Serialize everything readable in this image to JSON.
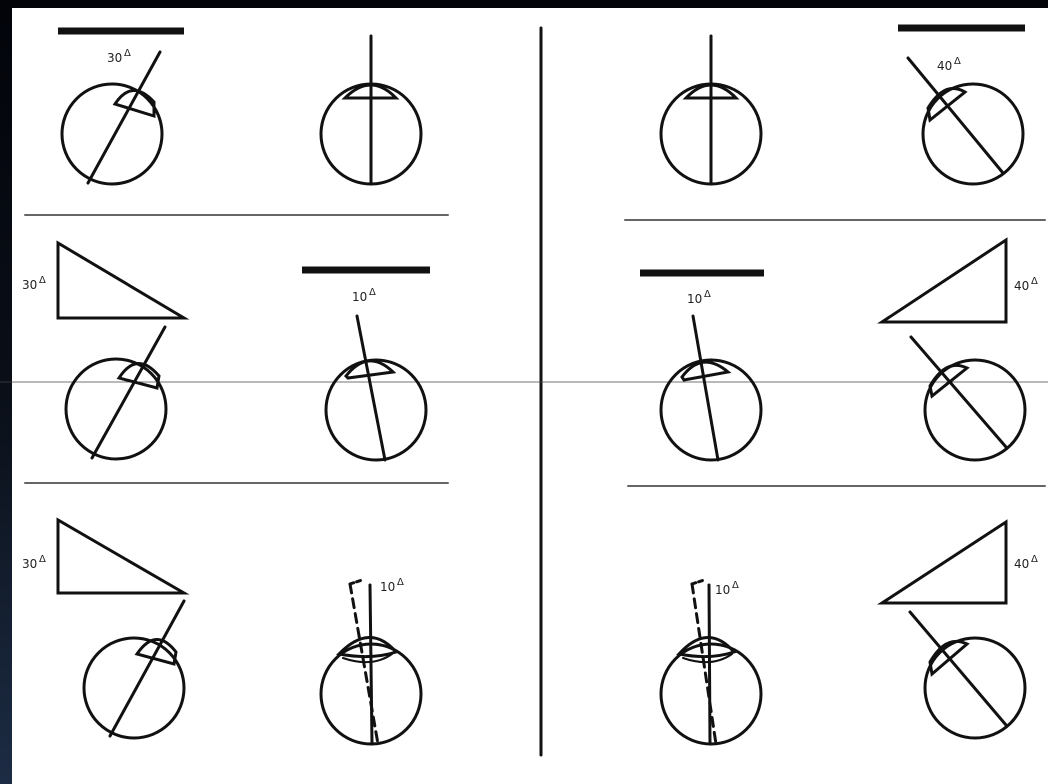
{
  "labels": {
    "l1": "30",
    "l2": "40",
    "l3": "30",
    "l4": "10",
    "l5": "10",
    "l6": "40",
    "l7": "30",
    "l8": "10",
    "l9": "10",
    "l10": "40"
  },
  "prism_symbol": "Δ",
  "colors": {
    "ink": "#111111",
    "divider": "#666666",
    "page": "#ffffff",
    "background": "#05070d"
  }
}
